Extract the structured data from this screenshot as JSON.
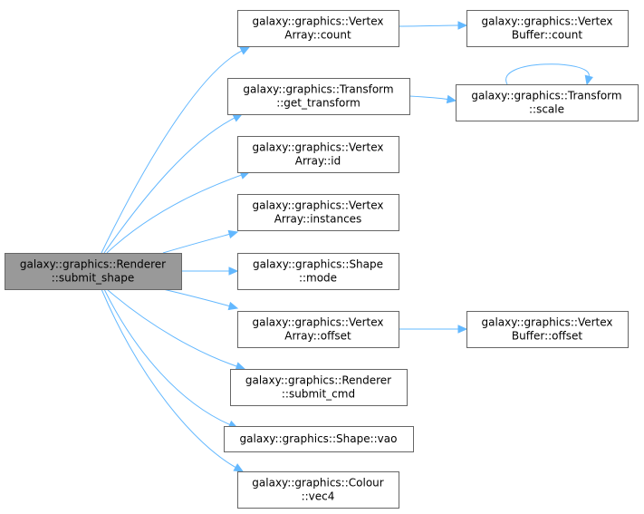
{
  "diagram": {
    "type": "call-graph",
    "colors": {
      "root_fill": "#999999",
      "node_fill": "#ffffff",
      "node_border": "#666666",
      "edge": "#63b8ff"
    },
    "nodes": [
      {
        "id": "submit_shape",
        "lines": [
          "galaxy::graphics::Renderer",
          "::submit_shape"
        ],
        "root": true
      },
      {
        "id": "va_count",
        "lines": [
          "galaxy::graphics::Vertex",
          "Array::count"
        ]
      },
      {
        "id": "tf_get_transform",
        "lines": [
          "galaxy::graphics::Transform",
          "::get_transform"
        ]
      },
      {
        "id": "va_id",
        "lines": [
          "galaxy::graphics::Vertex",
          "Array::id"
        ]
      },
      {
        "id": "va_instances",
        "lines": [
          "galaxy::graphics::Vertex",
          "Array::instances"
        ]
      },
      {
        "id": "shape_mode",
        "lines": [
          "galaxy::graphics::Shape",
          "::mode"
        ]
      },
      {
        "id": "va_offset",
        "lines": [
          "galaxy::graphics::Vertex",
          "Array::offset"
        ]
      },
      {
        "id": "renderer_submit_cmd",
        "lines": [
          "galaxy::graphics::Renderer",
          "::submit_cmd"
        ]
      },
      {
        "id": "shape_vao",
        "lines": [
          "galaxy::graphics::Shape::vao"
        ]
      },
      {
        "id": "colour_vec4",
        "lines": [
          "galaxy::graphics::Colour",
          "::vec4"
        ]
      },
      {
        "id": "vb_count",
        "lines": [
          "galaxy::graphics::Vertex",
          "Buffer::count"
        ]
      },
      {
        "id": "tf_scale",
        "lines": [
          "galaxy::graphics::Transform",
          "::scale"
        ]
      },
      {
        "id": "vb_offset",
        "lines": [
          "galaxy::graphics::Vertex",
          "Buffer::offset"
        ]
      }
    ],
    "edges": [
      {
        "from": "submit_shape",
        "to": "va_count"
      },
      {
        "from": "submit_shape",
        "to": "tf_get_transform"
      },
      {
        "from": "submit_shape",
        "to": "va_id"
      },
      {
        "from": "submit_shape",
        "to": "va_instances"
      },
      {
        "from": "submit_shape",
        "to": "shape_mode"
      },
      {
        "from": "submit_shape",
        "to": "va_offset"
      },
      {
        "from": "submit_shape",
        "to": "renderer_submit_cmd"
      },
      {
        "from": "submit_shape",
        "to": "shape_vao"
      },
      {
        "from": "submit_shape",
        "to": "colour_vec4"
      },
      {
        "from": "va_count",
        "to": "vb_count"
      },
      {
        "from": "tf_get_transform",
        "to": "tf_scale"
      },
      {
        "from": "tf_scale",
        "to": "tf_scale"
      },
      {
        "from": "va_offset",
        "to": "vb_offset"
      }
    ]
  }
}
